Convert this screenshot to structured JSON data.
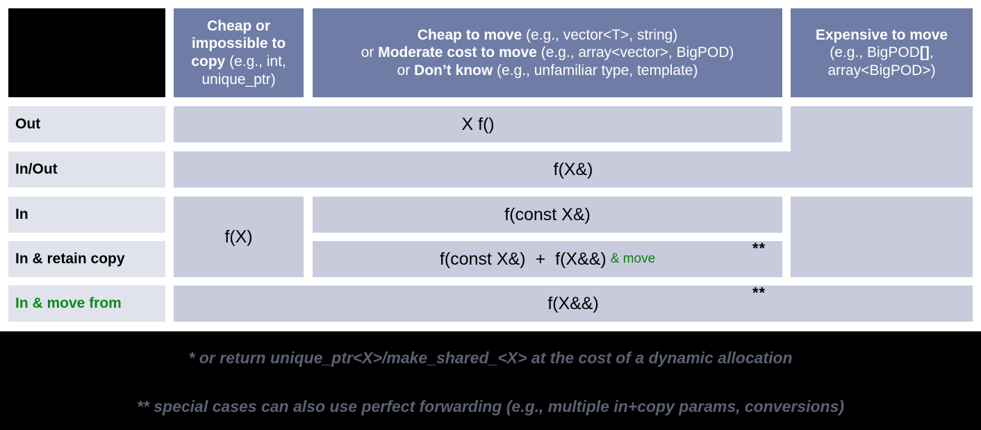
{
  "figure": {
    "title": "C++ parameter passing guidelines table",
    "colors": {
      "header_blue": "#6f7ca6",
      "cell_fill": "#c7cbdc",
      "label_fill": "#e0e3ec",
      "green": "#117a17",
      "label_green": "#0a8a17",
      "black": "#000000",
      "footnote_gray": "#5b6172",
      "white": "#ffffff"
    }
  },
  "corner": {
    "label": ""
  },
  "columns": [
    {
      "id": "col-cheap-copy",
      "strong1": "Cheap or impossible to copy",
      "rest1": " (e.g., int, unique_ptr)"
    },
    {
      "id": "col-cheap-move",
      "line1_strong": "Cheap to move",
      "line1_rest": " (e.g., vector<T>, string)",
      "line2_pre": "or ",
      "line2_strong": "Moderate cost to move",
      "line2_rest": " (e.g., array<vector>, BigPOD)",
      "line3_pre": "or ",
      "line3_strong": "Don’t know",
      "line3_rest": " (e.g., unfamiliar type, template)"
    },
    {
      "id": "col-expensive-move",
      "line1_strong": "Expensive to move",
      "line2": "(e.g., BigPOD",
      "line2_strong": "[]",
      "line2_end": ",",
      "line3": "array<BigPOD>)"
    }
  ],
  "rows": [
    {
      "id": "row-out",
      "label": "Out",
      "green": false
    },
    {
      "id": "row-inout",
      "label": "In/Out",
      "green": false
    },
    {
      "id": "row-in",
      "label": "In",
      "green": false
    },
    {
      "id": "row-in-retain",
      "label": "In & retain copy",
      "green": false
    },
    {
      "id": "row-in-move",
      "label": "In & move from",
      "green": true
    }
  ],
  "cells": {
    "out_wide": "X f()",
    "inout_wide": "f(X&)",
    "in_cheap_copy": "f(X)",
    "in_const_ref": "f(const X&)",
    "retain_left": "f(const X&)",
    "retain_plus": "+",
    "retain_right": "f(X&&)",
    "retain_suffix": "& move",
    "move_from": "f(X&&)",
    "marker_retain": "**",
    "marker_move": "**"
  },
  "footnotes": [
    "* or return unique_ptr<X>/make_shared_<X> at the cost of a dynamic allocation",
    "** special cases can also use perfect forwarding (e.g., multiple in+copy params, conversions)"
  ]
}
